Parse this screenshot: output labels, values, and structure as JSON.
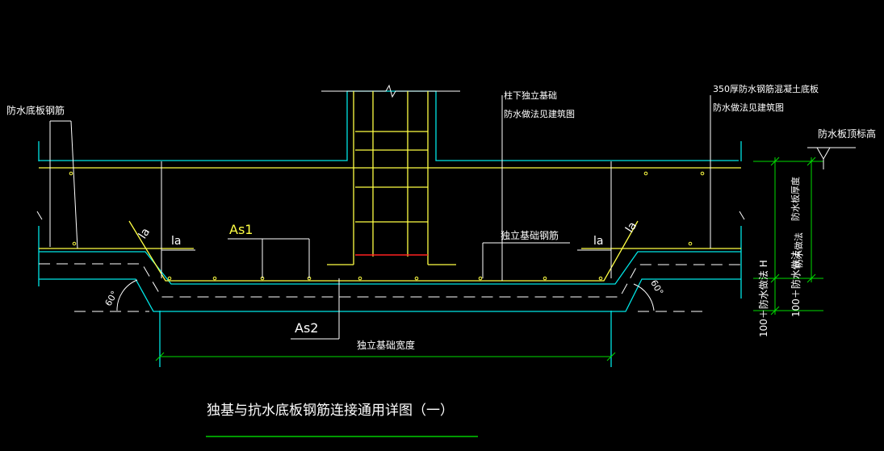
{
  "title": "独基与抗水底板钢筋连接通用详图（一）",
  "labels": {
    "waterproof_slab_rebar": "防水底板钢筋",
    "under_column_note_1": "柱下独立基础",
    "under_column_note_2": "防水做法见建筑图",
    "slab_note_1": "350厚防水钢筋混凝土底板",
    "slab_note_2": "防水做法见建筑图",
    "slab_top_elev": "防水板顶标高",
    "slab_thickness": "防水板厚度",
    "waterproof_method": "防水做法",
    "dim_h": "100＋防水做法 H",
    "dim_100": "100＋防水做法",
    "as1": "As1",
    "as2": "As2",
    "la": "la",
    "footing_rebar": "独立基础钢筋",
    "footing_width": "独立基础宽度",
    "angle": "60°"
  },
  "colors": {
    "background": "#000000",
    "concrete_outline": "#00e5e5",
    "rebar": "#ffff44",
    "annotation": "#ffffff",
    "dimension": "#00dd00",
    "column_tie": "#ff2020",
    "title_underline": "#00cc00"
  }
}
